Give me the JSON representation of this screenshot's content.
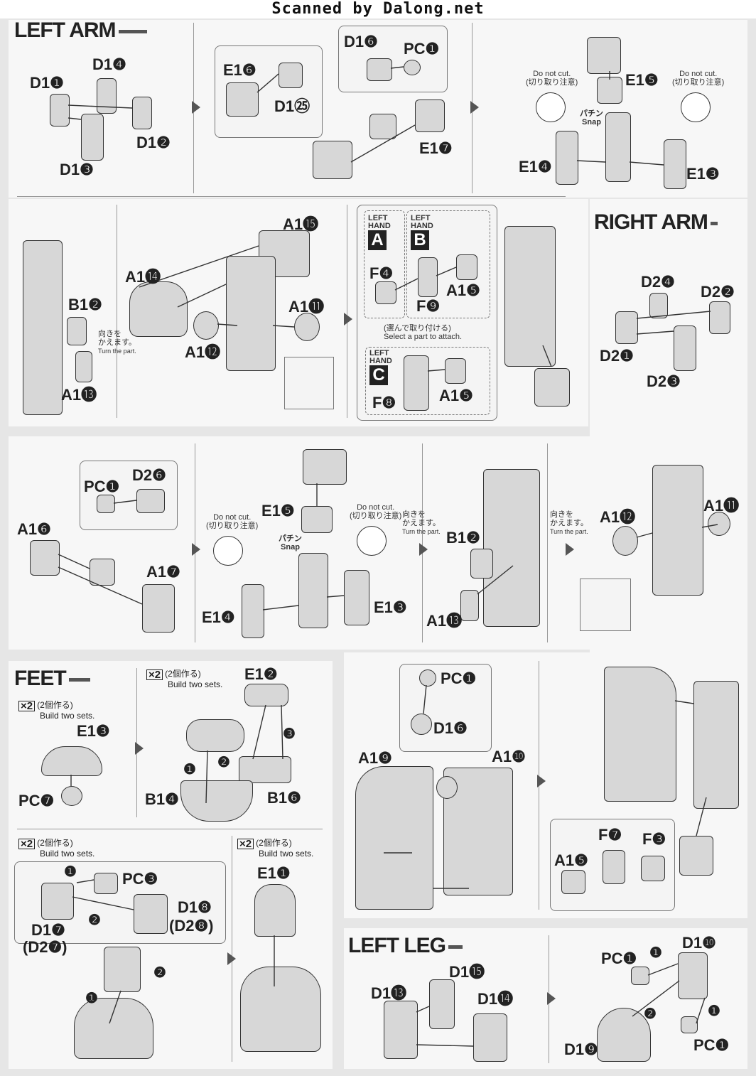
{
  "scan_header": "Scanned by Dalong.net",
  "sections": {
    "left_arm": "LEFT ARM",
    "right_arm": "RIGHT ARM",
    "feet": "FEET",
    "left_leg": "LEFT LEG"
  },
  "notes": {
    "do_not_cut": "Do not cut.",
    "do_not_cut_jp": "(切り取り注意)",
    "snap_jp": "パチン",
    "snap": "Snap",
    "turn_jp_1": "向きを",
    "turn_jp_2": "かえます。",
    "turn_en": "Turn the part.",
    "select_jp": "(選んで取り付ける)",
    "select_en": "Select a part to attach.",
    "build_jp": "(2個作る)",
    "build_en": "Build two sets.",
    "x2": "×2",
    "left": "LEFT",
    "hand": "HAND",
    "hand_a": "A",
    "hand_b": "B",
    "hand_c": "C"
  },
  "step_nums": {
    "one": "❶",
    "two": "❷",
    "three": "❸"
  },
  "parts": {
    "p1": {
      "D11": "D1❶",
      "D14": "D1❹",
      "D12": "D1❷",
      "D13": "D1❸"
    },
    "p2": {
      "E16": "E1❻",
      "D125": "D1㉕",
      "D16": "D1❻",
      "PC1": "PC❶",
      "E17": "E1❼"
    },
    "p3": {
      "E15": "E1❺",
      "E14": "E1❹",
      "E13": "E1❸"
    },
    "p4": {
      "B12": "B1❷",
      "A13": "A1⓭"
    },
    "p5": {
      "A15": "A1⓯",
      "A14": "A1⓮",
      "A11": "A1⓫",
      "A12": "A1⓬"
    },
    "p6": {
      "F4": "F❹",
      "A15": "A1❺",
      "F9": "F❾",
      "F8": "F❽",
      "A15b": "A1❺"
    },
    "p7": {
      "D24": "D2❹",
      "D22": "D2❷",
      "D21": "D2❶",
      "D23": "D2❸"
    },
    "p8": {
      "PC1": "PC❶",
      "D26": "D2❻",
      "A16": "A1❻",
      "A17": "A1❼"
    },
    "p9": {
      "E15": "E1❺",
      "E14": "E1❹",
      "E13": "E1❸"
    },
    "p10": {
      "B12": "B1❷",
      "A13": "A1⓭"
    },
    "p11": {
      "A12": "A1⓬",
      "A11": "A1⓫"
    },
    "feet1": {
      "E13": "E1❸",
      "PC7": "PC❼"
    },
    "feet2": {
      "E12": "E1❷",
      "B14": "B1❹",
      "B16": "B1❻"
    },
    "feet3": {
      "PC3": "PC❸",
      "D18": "D1❽",
      "D28": "(D2❽)",
      "D17": "D1❼",
      "D27": "(D2❼)"
    },
    "feet4": {
      "E11": "E1❶"
    },
    "mid1": {
      "PC1": "PC❶",
      "D16": "D1❻",
      "A19": "A1❾",
      "A110": "A1❿"
    },
    "mid2": {
      "F7": "F❼",
      "F3": "F❸",
      "A15": "A1❺"
    },
    "leg": {
      "D115": "D1⓯",
      "D113": "D1⓭",
      "D114": "D1⓮",
      "PC1": "PC❶",
      "D110": "D1❿",
      "D19": "D1❾",
      "PC1b": "PC❶"
    }
  }
}
